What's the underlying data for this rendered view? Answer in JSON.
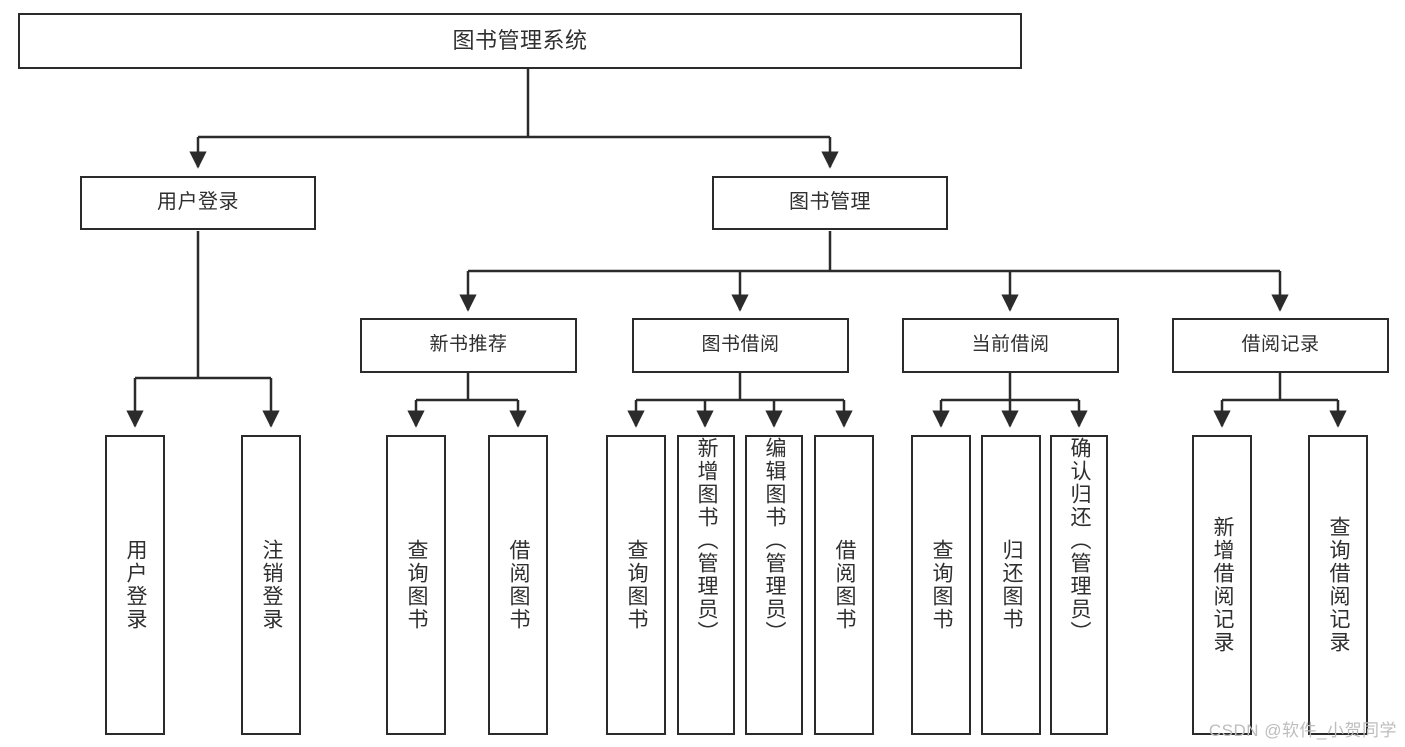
{
  "diagram": {
    "type": "tree",
    "title": "图书管理系统",
    "orientation": "top-down",
    "colors": {
      "node_border": "#2b2b2b",
      "node_fill": "#ffffff",
      "edge": "#2b2b2b",
      "text": "#2f2f2f",
      "watermark": "#bdbdbd"
    },
    "watermark": "CSDN @软件_小贺同学",
    "root": {
      "label": "图书管理系统"
    },
    "level2": [
      {
        "label": "用户登录"
      },
      {
        "label": "图书管理"
      }
    ],
    "level3": [
      {
        "label": "新书推荐"
      },
      {
        "label": "图书借阅"
      },
      {
        "label": "当前借阅"
      },
      {
        "label": "借阅记录"
      }
    ],
    "leaves": {
      "user_login": [
        {
          "label": "用户登录"
        },
        {
          "label": "注销登录"
        }
      ],
      "new_book_rec": [
        {
          "label": "查询图书"
        },
        {
          "label": "借阅图书"
        }
      ],
      "book_borrow": [
        {
          "label": "查询图书"
        },
        {
          "label": "新增图书（管理员）"
        },
        {
          "label": "编辑图书（管理员）"
        },
        {
          "label": "借阅图书"
        }
      ],
      "current_borrow": [
        {
          "label": "查询图书"
        },
        {
          "label": "归还图书"
        },
        {
          "label": "确认归还（管理员）"
        }
      ],
      "borrow_record": [
        {
          "label": "新增借阅记录"
        },
        {
          "label": "查询借阅记录"
        }
      ]
    }
  }
}
